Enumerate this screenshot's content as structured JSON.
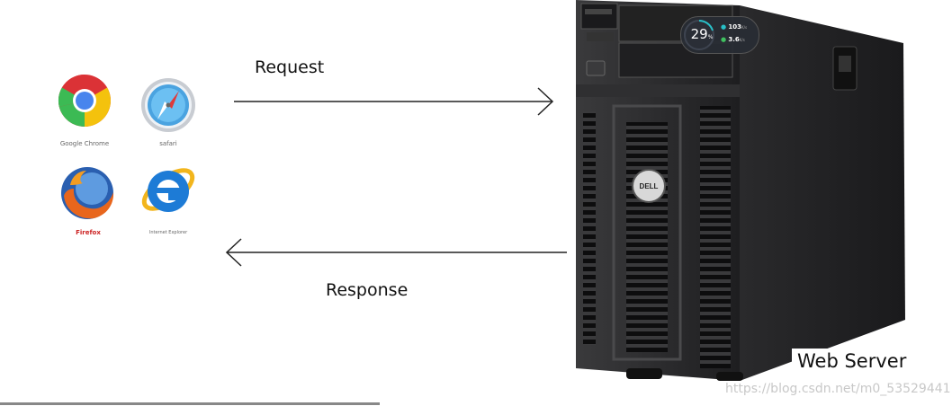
{
  "browsers": [
    {
      "label": "Google Chrome",
      "icon": "chrome-icon",
      "label_color": "#777777"
    },
    {
      "label": "safari",
      "icon": "safari-icon",
      "label_color": "#777777"
    },
    {
      "label": "Firefox",
      "icon": "firefox-icon",
      "label_color": "#cc2222"
    },
    {
      "label": "Internet Explorer",
      "icon": "ie-icon",
      "label_color": "#777777"
    }
  ],
  "arrows": {
    "request_label": "Request",
    "response_label": "Response"
  },
  "server": {
    "label": "Web Server",
    "brand": "DELL",
    "widget": {
      "percent": "29",
      "percent_unit": "%",
      "upload": "103",
      "upload_unit": "K/s",
      "download": "3.6",
      "download_unit": "K/s"
    }
  },
  "watermark": "https://blog.csdn.net/m0_53529441"
}
